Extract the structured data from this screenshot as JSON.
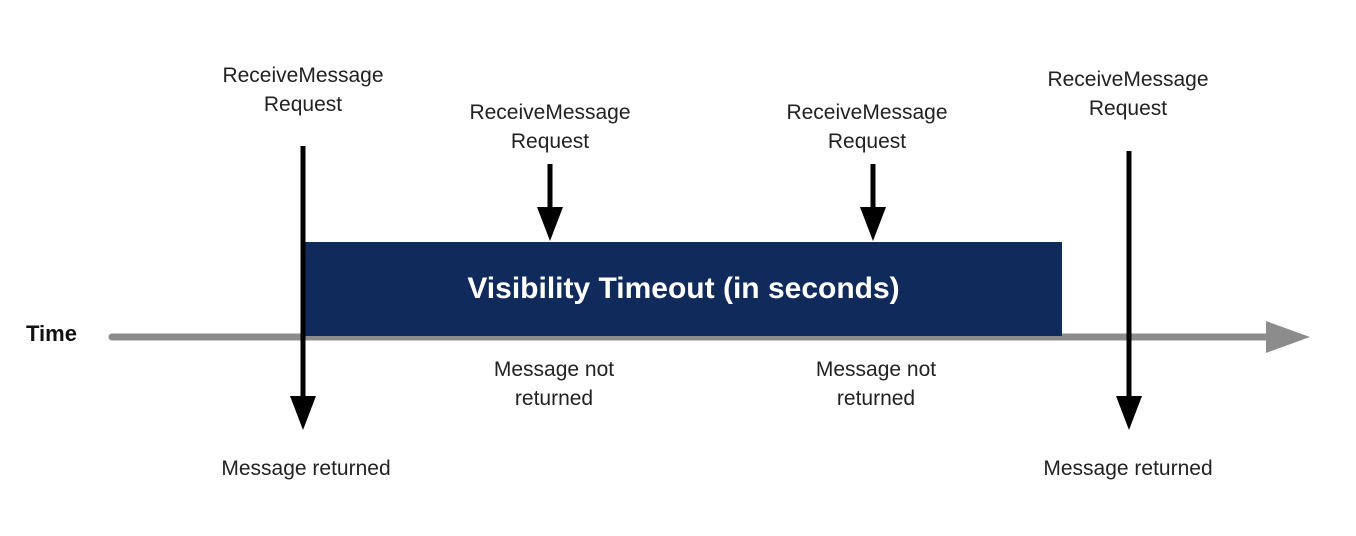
{
  "axis": {
    "label": "Time"
  },
  "timeout_box": {
    "label": "Visibility Timeout (in seconds)",
    "color": "#112a5c"
  },
  "colors": {
    "axis": "#8c8c8c",
    "arrow": "#000000"
  },
  "requests": [
    {
      "line1": "ReceiveMessage",
      "line2": "Request"
    },
    {
      "line1": "ReceiveMessage",
      "line2": "Request"
    },
    {
      "line1": "ReceiveMessage",
      "line2": "Request"
    },
    {
      "line1": "ReceiveMessage",
      "line2": "Request"
    }
  ],
  "outcomes": [
    {
      "line1": "Message returned"
    },
    {
      "line1": "Message not",
      "line2": "returned"
    },
    {
      "line1": "Message not",
      "line2": "returned"
    },
    {
      "line1": "Message returned"
    }
  ]
}
